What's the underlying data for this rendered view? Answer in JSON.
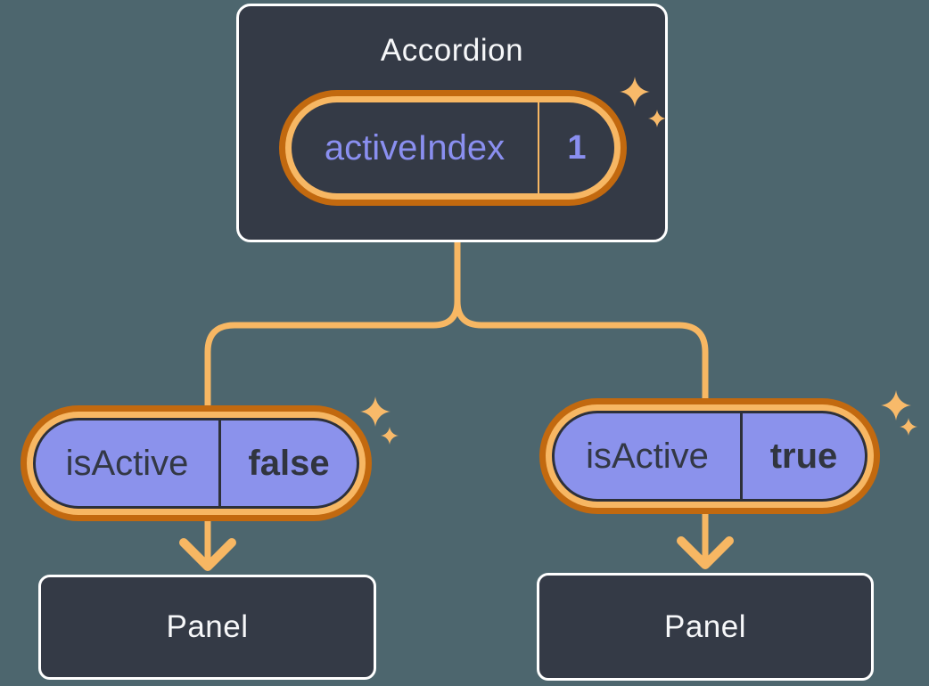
{
  "diagram": {
    "accordion": {
      "title": "Accordion",
      "state": {
        "name": "activeIndex",
        "value": "1"
      }
    },
    "children": [
      {
        "prop": {
          "name": "isActive",
          "value": "false"
        },
        "panel": {
          "title": "Panel"
        }
      },
      {
        "prop": {
          "name": "isActive",
          "value": "true"
        },
        "panel": {
          "title": "Panel"
        }
      }
    ],
    "icons": {
      "sparkle_large": "sparkle-icon",
      "sparkle_small": "sparkle-icon"
    },
    "colors": {
      "background": "#4D666E",
      "card_bg": "#343A46",
      "card_border": "#FFFFFF",
      "pill_ring_outer": "#C2690F",
      "pill_ring_inner": "#F7B763",
      "connector": "#F7B763",
      "sparkle": "#F8BA6A",
      "prop_pill_fill": "#8B92EC",
      "state_text": "#8A8FF0",
      "prop_text": "#31353F",
      "title_text": "#F6F7F9"
    }
  }
}
